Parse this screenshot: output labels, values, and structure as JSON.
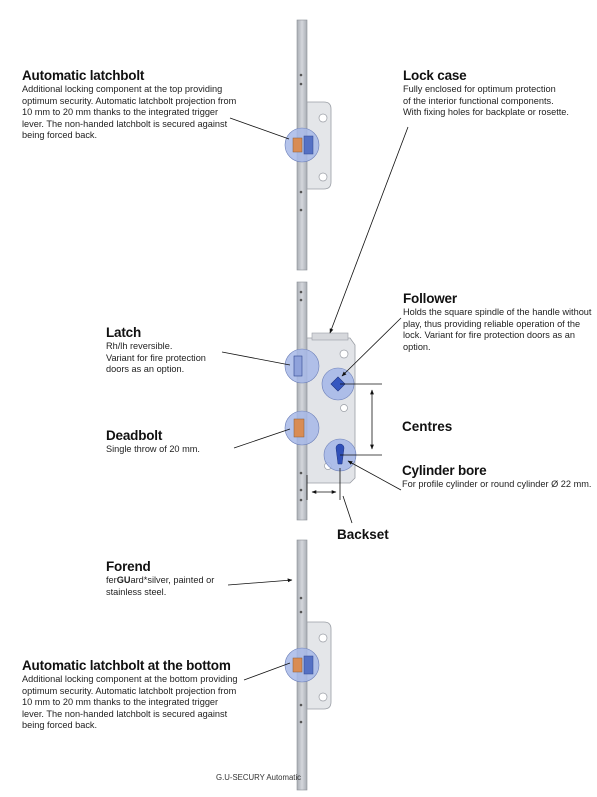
{
  "automatic_latchbolt": {
    "title": "Automatic latchbolt",
    "lines": [
      "Additional locking component at the top providing",
      "optimum security. Automatic latchbolt projection from",
      "10 mm to 20 mm thanks to the integrated trigger",
      "lever. The non-handed latchbolt is secured against",
      "being forced back."
    ]
  },
  "lock_case": {
    "title": "Lock case",
    "lines": [
      "Fully enclosed for optimum protection",
      "of the interior functional components.",
      "With fixing holes for backplate or rosette."
    ]
  },
  "follower": {
    "title": "Follower",
    "lines": [
      "Holds the square spindle of the handle without",
      "play, thus providing reliable operation of the",
      "lock. Variant for fire protection doors as an",
      "option."
    ]
  },
  "latch": {
    "title": "Latch",
    "lines": [
      "Rh/lh reversible.",
      "Variant for fire protection",
      "doors as an option."
    ]
  },
  "deadbolt": {
    "title": "Deadbolt",
    "lines": [
      "Single throw of 20 mm."
    ]
  },
  "centres": {
    "title": "Centres"
  },
  "cylinder_bore": {
    "title": "Cylinder bore",
    "lines": [
      "For profile cylinder or round cylinder Ø 22 mm."
    ]
  },
  "backset": {
    "title": "Backset"
  },
  "forend": {
    "title": "Forend",
    "line1_prefix": "fer",
    "line1_bold": "GU",
    "line1_suffix": "ard*silver, painted or",
    "line2": "stainless steel."
  },
  "automatic_latchbolt_bottom": {
    "title": "Automatic latchbolt at the bottom",
    "lines": [
      "Additional locking component at the bottom providing",
      "optimum security. Automatic latchbolt projection from",
      "10 mm to 20 mm thanks to the integrated trigger",
      "lever. The non-handed latchbolt is secured against",
      "being forced back."
    ]
  },
  "footer": {
    "label": "G.U-SECURY Automatic"
  },
  "colors": {
    "forend": "#c2c5cb",
    "case": "#e3e5e8",
    "highlight": "#9fb3e6",
    "bolt": "#d98c54",
    "line": "#111111"
  }
}
